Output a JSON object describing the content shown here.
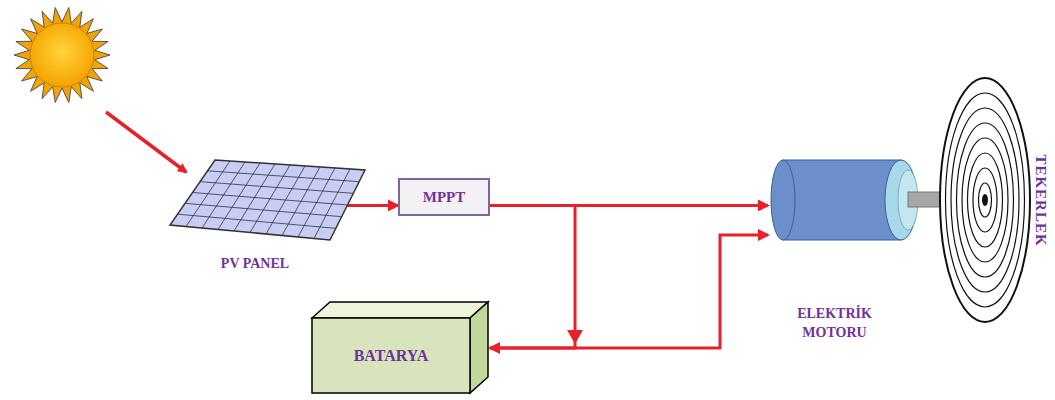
{
  "diagram": {
    "nodes": [
      {
        "text": [
          "PV PANEL"
        ]
      },
      {
        "text": [
          "MPPT"
        ]
      },
      {
        "text": [
          "BATARYA"
        ]
      },
      {
        "text": [
          "ELEKTRİK MOTORU"
        ]
      },
      {
        "text": [
          "TEKERLEK"
        ]
      }
    ],
    "edges": [
      {
        "from": 0,
        "to": 1,
        "arrow": "to"
      },
      {
        "from": 1,
        "to": 3,
        "arrow": "to"
      },
      {
        "from": 1,
        "to": 2,
        "arrow": "to"
      },
      {
        "from": 2,
        "to": 3,
        "arrow": "to"
      }
    ]
  }
}
